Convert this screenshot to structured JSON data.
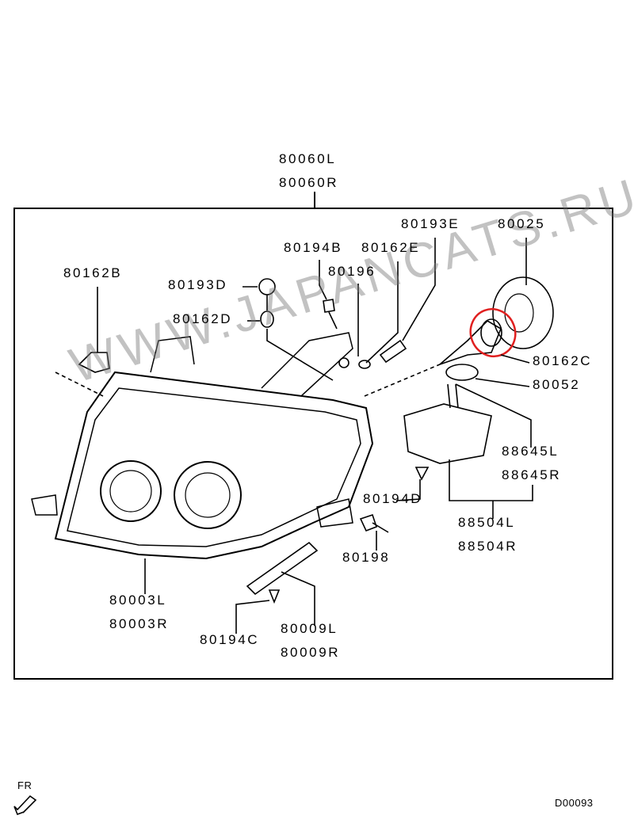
{
  "assembly": {
    "part_left": "80060L",
    "part_right": "80060R"
  },
  "parts": {
    "p80162B": "80162B",
    "p80193D": "80193D",
    "p80162D": "80162D",
    "p80194B": "80194B",
    "p80162E": "80162E",
    "p80196": "80196",
    "p80193E": "80193E",
    "p80025": "80025",
    "p80162C": "80162C",
    "p80052": "80052",
    "p88645L": "88645L",
    "p88645R": "88645R",
    "p80194D": "80194D",
    "p88504L": "88504L",
    "p88504R": "88504R",
    "p80198": "80198",
    "p80003L": "80003L",
    "p80003R": "80003R",
    "p80194C": "80194C",
    "p80009L": "80009L",
    "p80009R": "80009R"
  },
  "watermark": "WWW.JAPANCATS.RU",
  "direction": {
    "label": "FR",
    "icon": "front-arrow-icon"
  },
  "diagram_code": "D00093",
  "highlight_color": "#e02020"
}
